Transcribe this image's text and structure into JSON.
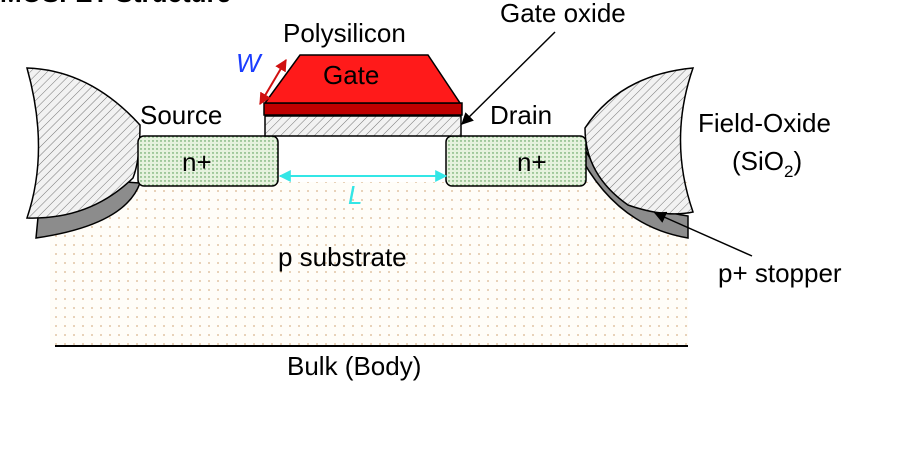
{
  "labels": {
    "top_cut": "MOSFET Structure",
    "polysilicon": "Polysilicon",
    "gate": "Gate",
    "gate_oxide": "Gate oxide",
    "w": "W",
    "source": "Source",
    "drain": "Drain",
    "n_plus_source": "n+",
    "n_plus_drain": "n+",
    "l": "L",
    "field_oxide": "Field-Oxide",
    "sio2_open": "(SiO",
    "sio2_sub": "2",
    "sio2_close": ")",
    "p_substrate": "p substrate",
    "p_stopper": "p+ stopper",
    "bulk": "Bulk (Body)"
  },
  "colors": {
    "gate_fill": "#ff1a1a",
    "gate_dark": "#c00000",
    "n_region": "#e6f2de",
    "substrate_dots": "#d8b48c",
    "oxide_fill": "#e6e6e6",
    "stopper_fill": "#8c8c8c",
    "w_arrow": "#d01010",
    "w_label": "#1a3cff",
    "l_color": "#33e6e6"
  }
}
